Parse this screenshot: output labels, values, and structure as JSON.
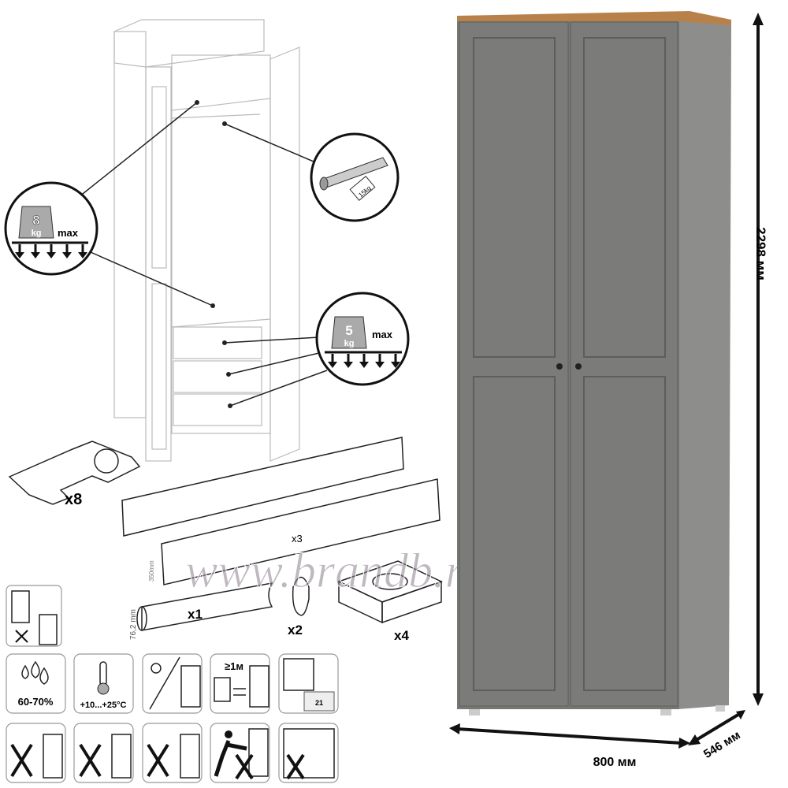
{
  "load_labels": {
    "shelf_weight": "8",
    "drawer_weight": "5",
    "unit": "kg",
    "max": "max",
    "rail_weight": "15kg"
  },
  "parts": {
    "hinge_qty": "x8",
    "slide_qty": "x3",
    "slide_length": "350mm",
    "rail_qty": "x1",
    "rail_size": "76,2 mm",
    "holder_qty": "x2",
    "foot_qty": "x4"
  },
  "care_icons": {
    "humidity": "60-70%",
    "temperature": "+10...+25°C",
    "distance": "≥1м",
    "calendar_day": "21"
  },
  "dimensions": {
    "height": "2298 мм",
    "width": "800 мм",
    "depth": "546 мм"
  },
  "watermark": "www.brandb.ru",
  "colors": {
    "body": "#7b7c79",
    "side": "#8d8e8b",
    "top": "#b9814a"
  }
}
